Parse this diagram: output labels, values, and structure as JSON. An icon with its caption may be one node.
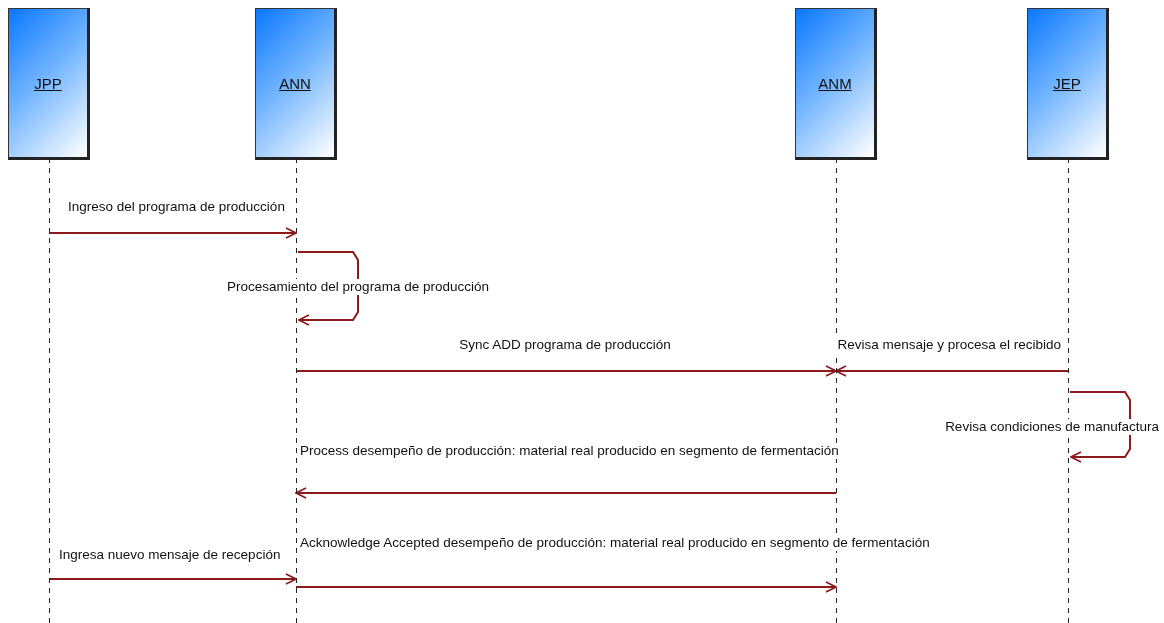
{
  "diagram": {
    "nodes": [
      {
        "text": [
          "JPP"
        ]
      },
      {
        "text": [
          "ANN"
        ]
      },
      {
        "text": [
          "ANM"
        ]
      },
      {
        "text": [
          "JEP"
        ]
      }
    ],
    "edges": [
      {
        "from": 0,
        "to": 1,
        "arrow": "to",
        "label": "Ingreso del programa de producción"
      },
      {
        "from": 1,
        "to": 1,
        "arrow": "to",
        "label": "Procesamiento del programa de producción"
      },
      {
        "from": 1,
        "to": 2,
        "arrow": "to",
        "label": "Sync ADD programa de producción"
      },
      {
        "from": 3,
        "to": 2,
        "arrow": "to",
        "label": "Revisa mensaje y procesa el recibido"
      },
      {
        "from": 3,
        "to": 3,
        "arrow": "to",
        "label": "Revisa condiciones de manufactura"
      },
      {
        "from": 2,
        "to": 1,
        "arrow": "to",
        "label": "Process desempeño de producción: material real producido en segmento de fermentación"
      },
      {
        "from": 0,
        "to": 1,
        "arrow": "to",
        "label": "Ingresa nuevo mensaje de recepción"
      },
      {
        "from": 1,
        "to": 2,
        "arrow": "to",
        "label": "Acknowledge Accepted desempeño de producción: material real producido en segmento de fermentación"
      }
    ]
  }
}
